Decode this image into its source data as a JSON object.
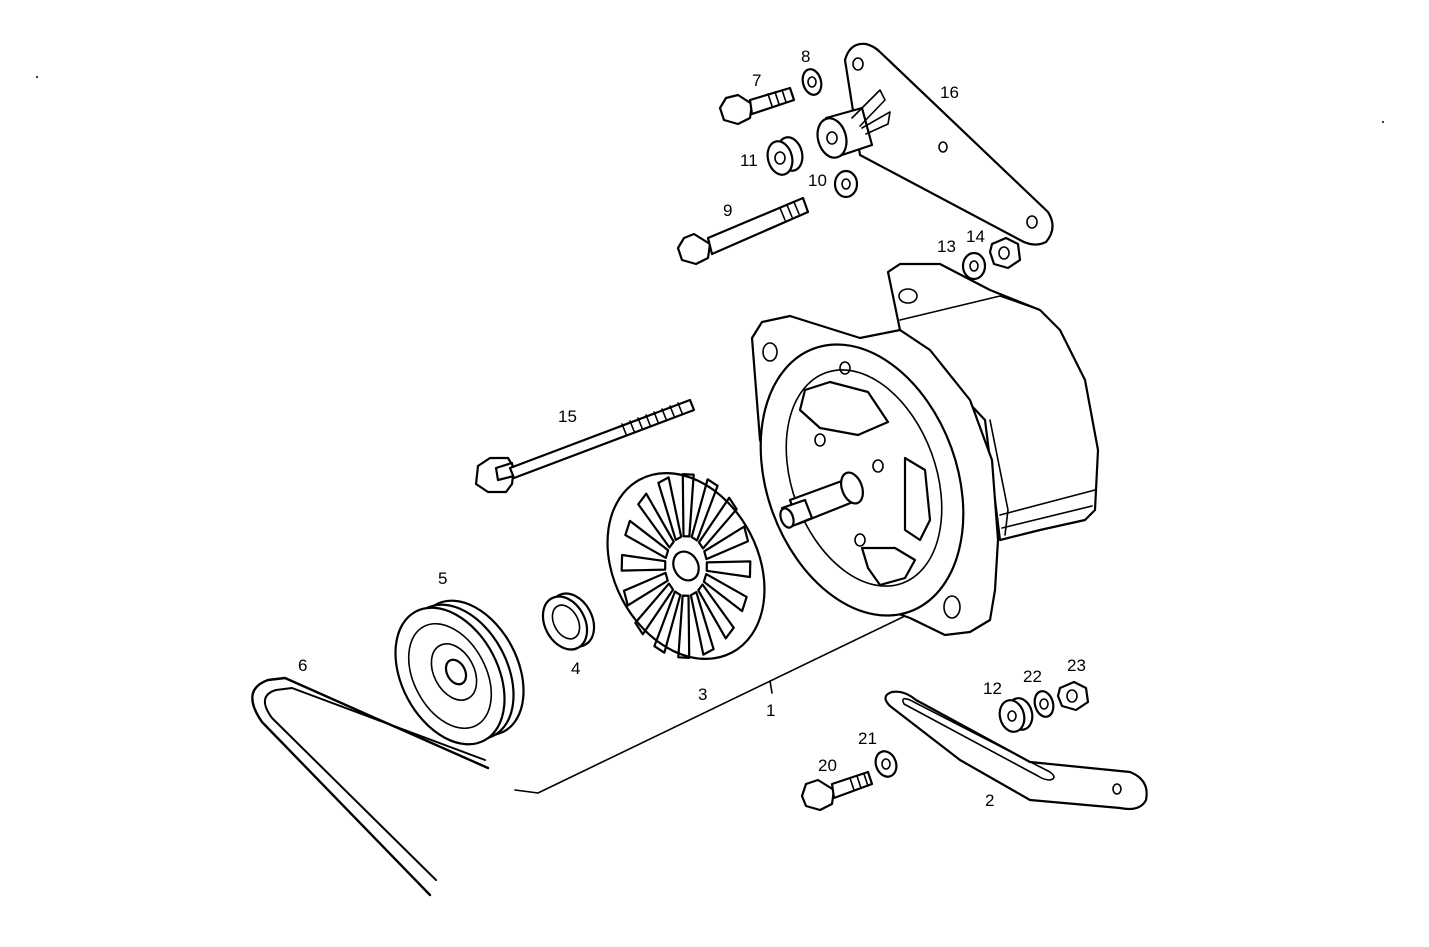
{
  "labels": {
    "p1": "1",
    "p2": "2",
    "p3": "3",
    "p4": "4",
    "p5": "5",
    "p6": "6",
    "p7": "7",
    "p8": "8",
    "p9": "9",
    "p10": "10",
    "p11": "11",
    "p12": "12",
    "p13": "13",
    "p14": "14",
    "p15": "15",
    "p16": "16",
    "p20": "20",
    "p21": "21",
    "p22": "22",
    "p23": "23"
  }
}
